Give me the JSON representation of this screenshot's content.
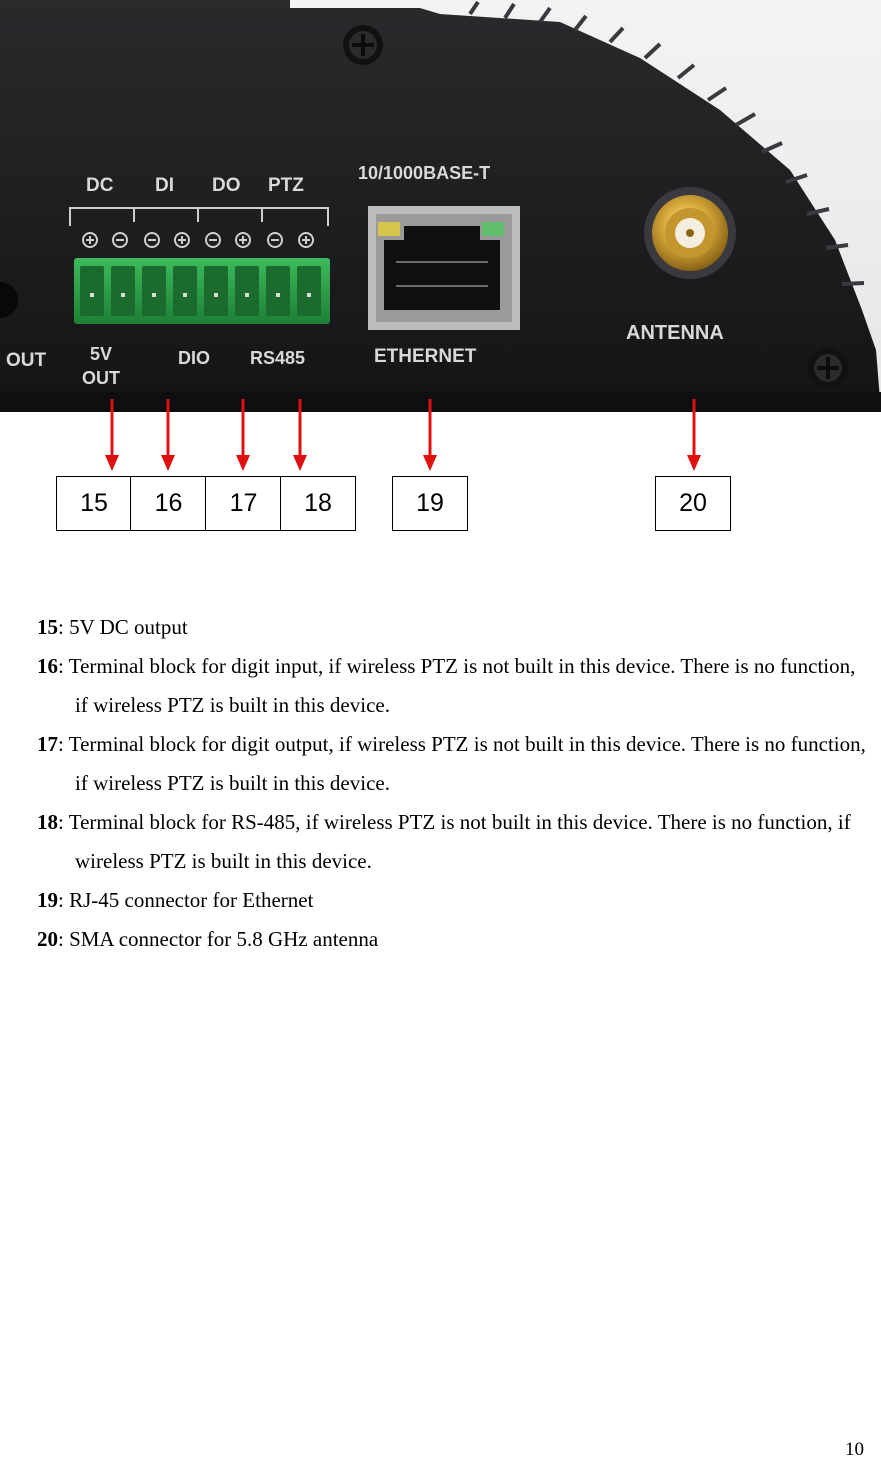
{
  "photo": {
    "labels": {
      "dc": "DC",
      "di": "DI",
      "do": "DO",
      "ptz": "PTZ",
      "out_left": "OUT",
      "five_v": "5V",
      "five_v_out": "OUT",
      "dio": "DIO",
      "rs485": "RS485",
      "ethernet_type": "10/1000BASE-T",
      "ethernet": "ETHERNET",
      "antenna": "ANTENNA"
    }
  },
  "callouts": [
    "15",
    "16",
    "17",
    "18",
    "19",
    "20"
  ],
  "descriptions": [
    {
      "num": "15",
      "text": ": 5V DC output"
    },
    {
      "num": "16",
      "text": ": Terminal block for digit input, if wireless PTZ is not built in this device. There is no function, if wireless PTZ is built in this device."
    },
    {
      "num": "17",
      "text": ": Terminal block for digit output, if wireless PTZ is not built in this device. There is no function, if wireless PTZ is built in this device."
    },
    {
      "num": "18",
      "text": ": Terminal block for RS-485, if wireless PTZ is not built in this device. There is no function, if wireless PTZ is built in this device."
    },
    {
      "num": "19",
      "text": ": RJ-45 connector for Ethernet"
    },
    {
      "num": "20",
      "text": ": SMA connector for 5.8 GHz antenna"
    }
  ],
  "page_number": "10",
  "colors": {
    "arrow": "#e01010",
    "device_body": "#1c1c1e",
    "terminal_green": "#2fa24a"
  }
}
